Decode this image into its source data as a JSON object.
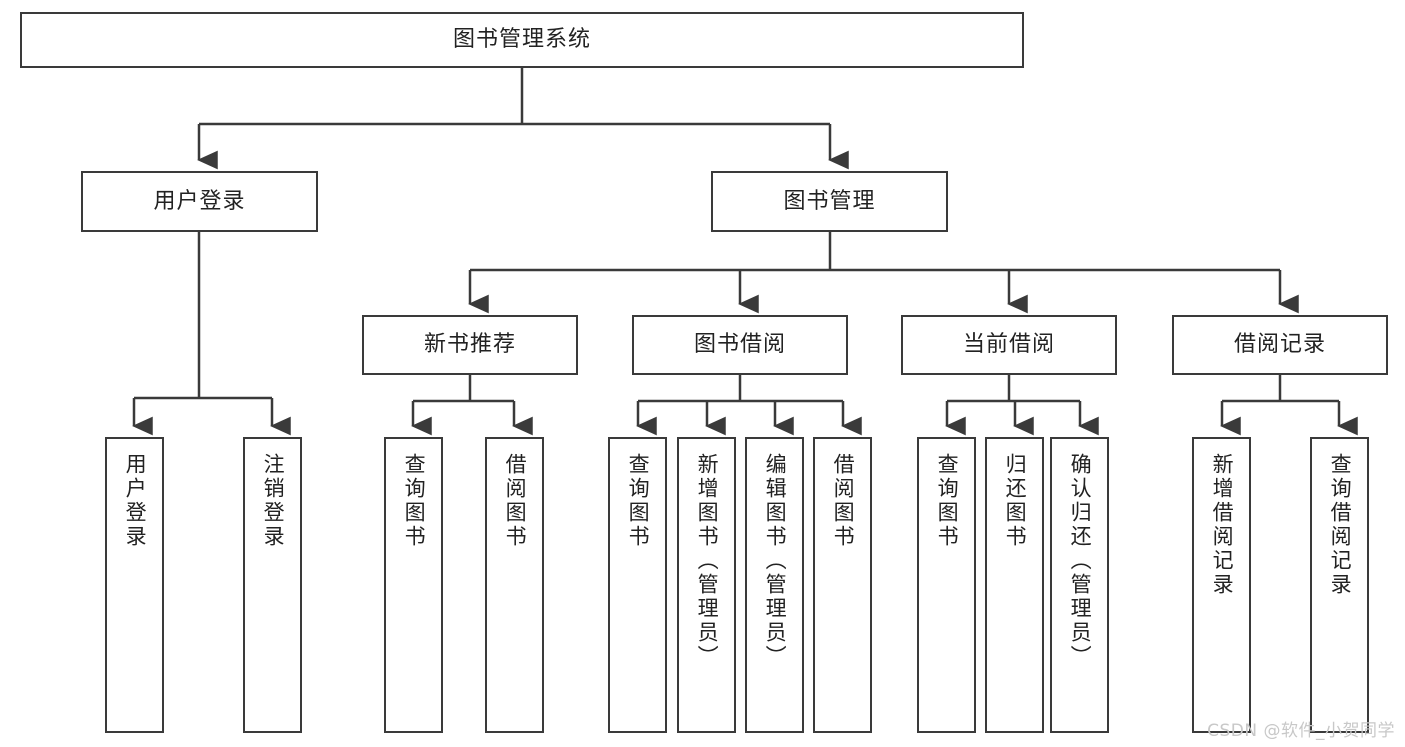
{
  "diagram": {
    "title": "图书管理系统",
    "watermark": "CSDN @软件_小贺同学",
    "style": {
      "stroke": "#3a3a3a",
      "fill": "#ffffff",
      "text": "#222222",
      "watermark_color": "#c8c8c8"
    },
    "nodes": {
      "root": {
        "label": "图书管理系统"
      },
      "level1": [
        {
          "id": "user-login",
          "label": "用户登录"
        },
        {
          "id": "book-manage",
          "label": "图书管理"
        }
      ],
      "level2": [
        {
          "id": "new-book-recommend",
          "label": "新书推荐"
        },
        {
          "id": "book-borrow",
          "label": "图书借阅"
        },
        {
          "id": "current-borrow",
          "label": "当前借阅"
        },
        {
          "id": "borrow-record",
          "label": "借阅记录"
        }
      ],
      "leaves": {
        "user_login": [
          {
            "id": "leaf-user-login",
            "label": "用户登录"
          },
          {
            "id": "leaf-logout-login",
            "label": "注销登录"
          }
        ],
        "new_book_recommend": [
          {
            "id": "leaf-query-book-1",
            "label": "查询图书"
          },
          {
            "id": "leaf-borrow-book-1",
            "label": "借阅图书"
          }
        ],
        "book_borrow": [
          {
            "id": "leaf-query-book-2",
            "label": "查询图书"
          },
          {
            "id": "leaf-add-book",
            "label": "新增图书（管理员）"
          },
          {
            "id": "leaf-edit-book",
            "label": "编辑图书（管理员）"
          },
          {
            "id": "leaf-borrow-book-2",
            "label": "借阅图书"
          }
        ],
        "current_borrow": [
          {
            "id": "leaf-query-book-3",
            "label": "查询图书"
          },
          {
            "id": "leaf-return-book",
            "label": "归还图书"
          },
          {
            "id": "leaf-confirm-return",
            "label": "确认归还（管理员）"
          }
        ],
        "borrow_record": [
          {
            "id": "leaf-add-record",
            "label": "新增借阅记录"
          },
          {
            "id": "leaf-query-record",
            "label": "查询借阅记录"
          }
        ]
      }
    }
  }
}
